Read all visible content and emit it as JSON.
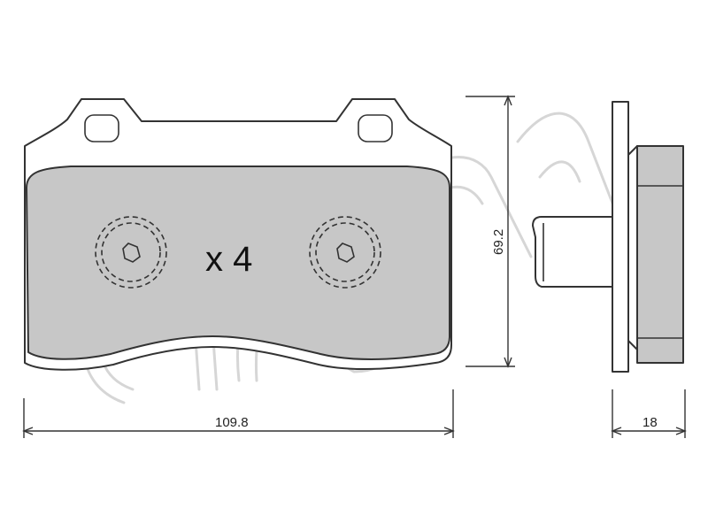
{
  "quantity_label": "x 4",
  "dimensions": {
    "width": "109.8",
    "height": "69.2",
    "thickness": "18"
  },
  "colors": {
    "friction_fill": "#c7c7c7",
    "outline": "#333333",
    "watermark": "#d6d6d6"
  }
}
